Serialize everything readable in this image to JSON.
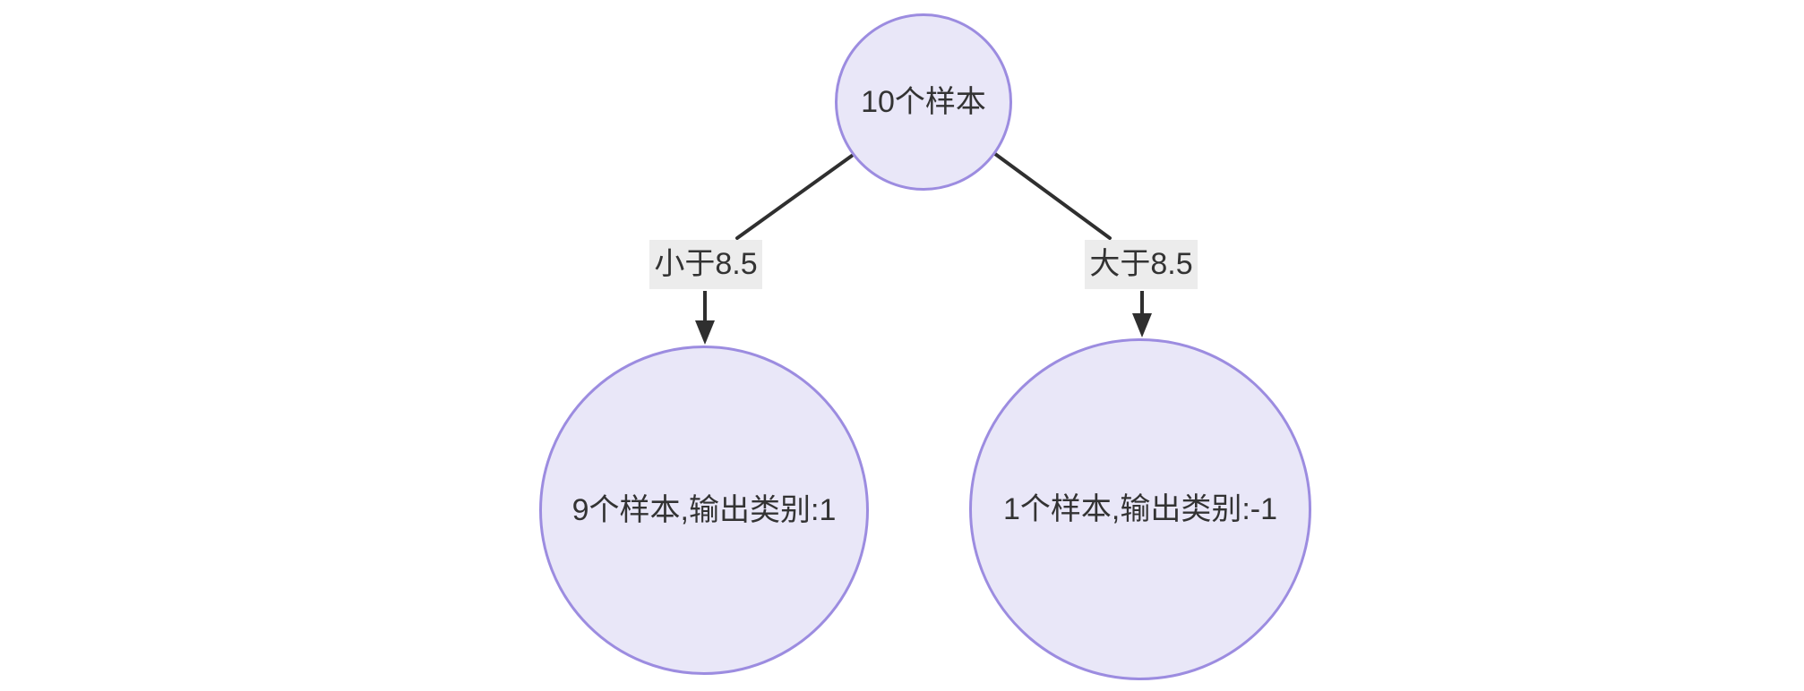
{
  "diagram": {
    "type": "decision-tree",
    "root": {
      "label": "10个样本"
    },
    "branches": [
      {
        "condition": "小于8.5",
        "leaf": "9个样本,输出类别:1"
      },
      {
        "condition": "大于8.5",
        "leaf": "1个样本,输出类别:-1"
      }
    ],
    "colors": {
      "node_fill": "#e9e7f8",
      "node_border": "#9c8ce0",
      "edge_label_bg": "#ececec",
      "line": "#2f2f2f",
      "text": "#333333",
      "background": "#ffffff"
    }
  }
}
